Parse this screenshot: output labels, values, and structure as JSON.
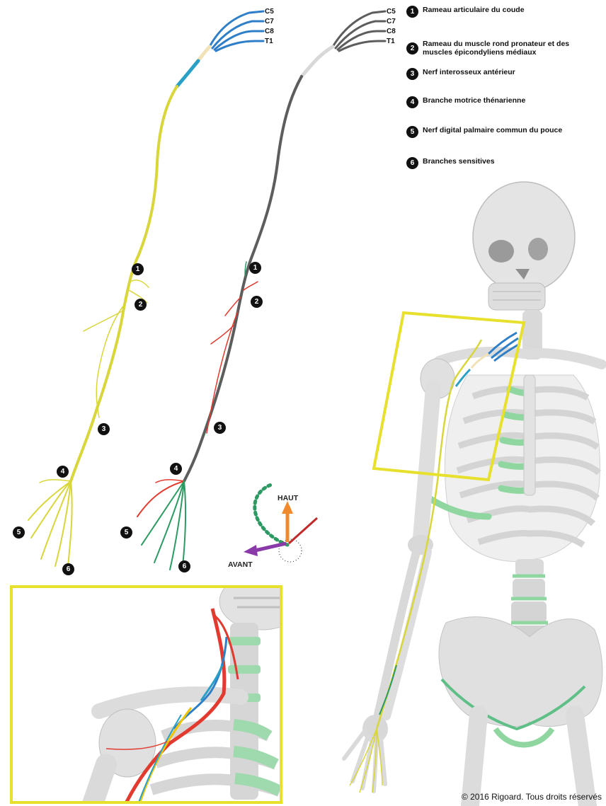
{
  "roots": [
    "C5",
    "C7",
    "C8",
    "T1"
  ],
  "legend": [
    {
      "num": "1",
      "text": "Rameau articulaire du coude"
    },
    {
      "num": "2",
      "text": "Rameau du muscle rond pronateur et des muscles épicondyliens médiaux"
    },
    {
      "num": "3",
      "text": "Nerf interosseux antérieur"
    },
    {
      "num": "4",
      "text": "Branche motrice thénarienne"
    },
    {
      "num": "5",
      "text": "Nerf digital palmaire commun du pouce"
    },
    {
      "num": "6",
      "text": "Branches sensitives"
    }
  ],
  "markers": [
    "1",
    "2",
    "3",
    "4",
    "5",
    "6"
  ],
  "orientation": {
    "up": "HAUT",
    "front": "AVANT"
  },
  "colors": {
    "nerve_yellow": "#d8d63a",
    "nerve_gray": "#5d5d5d",
    "motor_red": "#e23a2e",
    "sensory_green": "#2e9a63",
    "root_blue": "#2f7fc8",
    "highlight_frame": "#e7e02c",
    "cartilage_green": "#8fd6a0",
    "bone": "#e3e3e3",
    "arrow_orange": "#f08a2c",
    "arrow_purple": "#8a3aa8"
  },
  "copyright": "© 2016 Rigoard. Tous droits réservés"
}
